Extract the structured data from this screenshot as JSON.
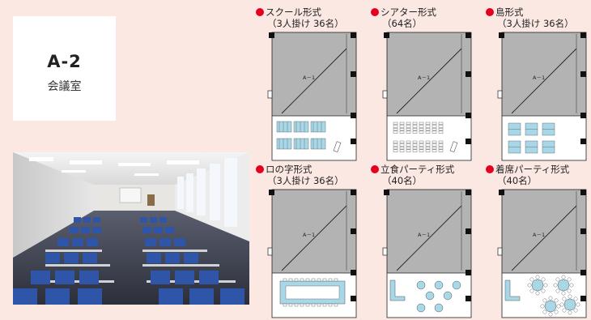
{
  "room": {
    "code": "A-2",
    "name": "会議室"
  },
  "layouts": [
    {
      "id": "school",
      "title": "スクール形式",
      "subtitle": "（3人掛け 36名）",
      "room_label": "A－1"
    },
    {
      "id": "theater",
      "title": "シアター形式",
      "subtitle": "（64名）",
      "room_label": "A－1"
    },
    {
      "id": "island",
      "title": "島形式",
      "subtitle": "（3人掛け 36名）",
      "room_label": "A－1"
    },
    {
      "id": "u-shape",
      "title": "ロの字形式",
      "subtitle": "（3人掛け 36名）",
      "room_label": "A－1"
    },
    {
      "id": "standing-party",
      "title": "立食パーティ形式",
      "subtitle": "（40名）",
      "room_label": "A－1"
    },
    {
      "id": "seated-party",
      "title": "着席パーティ形式",
      "subtitle": "（40名）",
      "room_label": "A－1"
    }
  ],
  "colors": {
    "background": "#fbe8e3",
    "accent": "#e60020",
    "floor": "#b3b3b3",
    "furniture": "#a8d8e8"
  }
}
